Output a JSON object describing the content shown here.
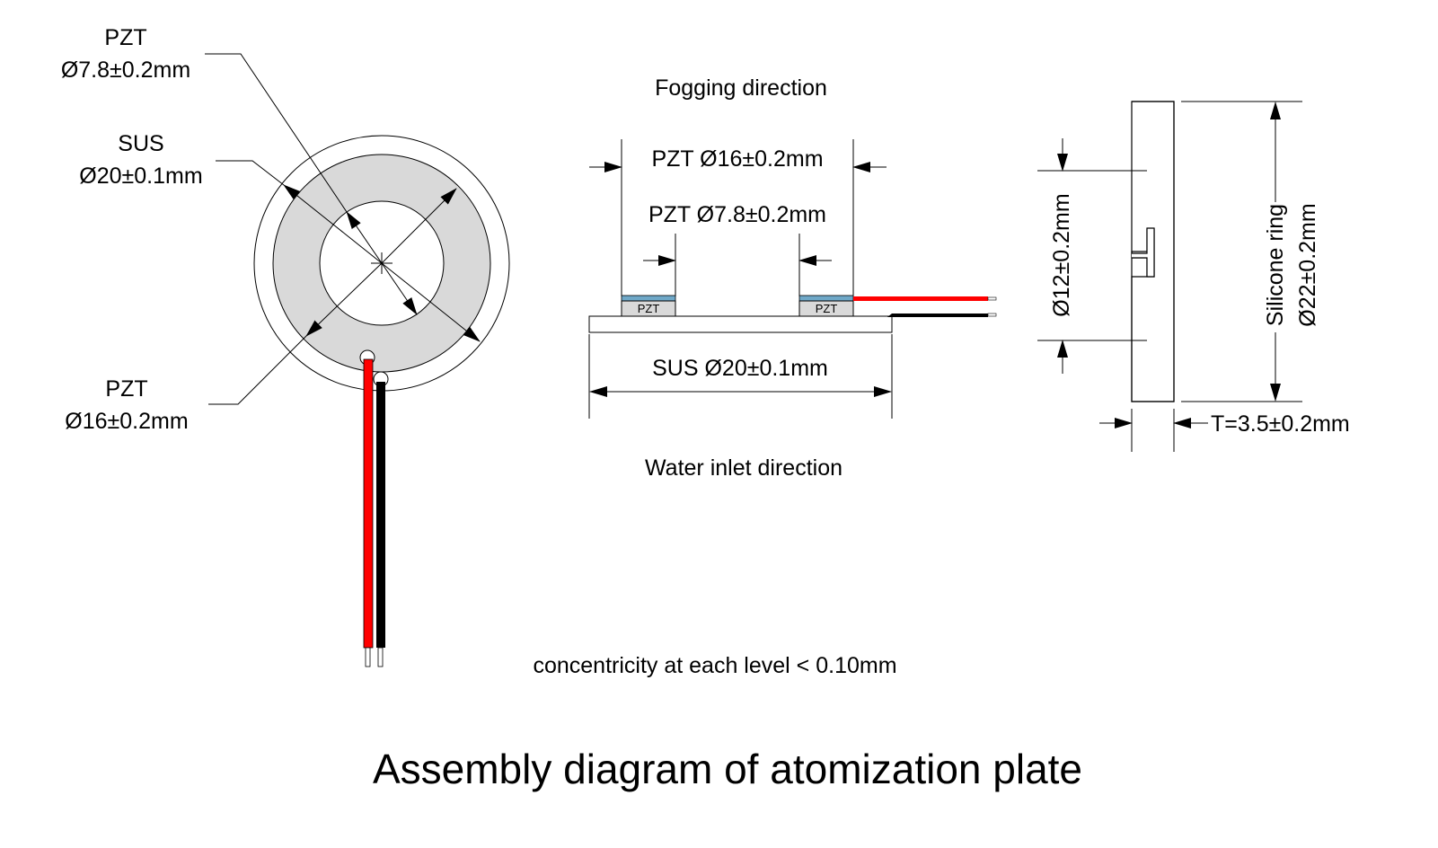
{
  "title": "Assembly diagram of atomization plate",
  "note": "concentricity at each level < 0.10mm",
  "top_view": {
    "pzt_inner_name": "PZT",
    "pzt_inner_dim": "Ø7.8±0.2mm",
    "sus_name": "SUS",
    "sus_dim": "Ø20±0.1mm",
    "pzt_outer_name": "PZT",
    "pzt_outer_dim": "Ø16±0.2mm"
  },
  "side_view": {
    "top_direction": "Fogging direction",
    "bottom_direction": "Water inlet direction",
    "pzt_outer": "PZT Ø16±0.2mm",
    "pzt_inner": "PZT Ø7.8±0.2mm",
    "sus": "SUS Ø20±0.1mm",
    "pzt_tag_left": "PZT",
    "pzt_tag_right": "PZT"
  },
  "ring_view": {
    "inner_dim": "Ø12±0.2mm",
    "ring_label": "Silicone ring",
    "ring_dim": "Ø22±0.2mm",
    "thickness": "T=3.5±0.2mm"
  },
  "colors": {
    "plate_fill": "#d9d9d9",
    "wire_red": "#ff0000",
    "wire_black": "#000000",
    "pzt_coat": "#6fa8c8",
    "pzt_body": "#d9d9d9"
  }
}
